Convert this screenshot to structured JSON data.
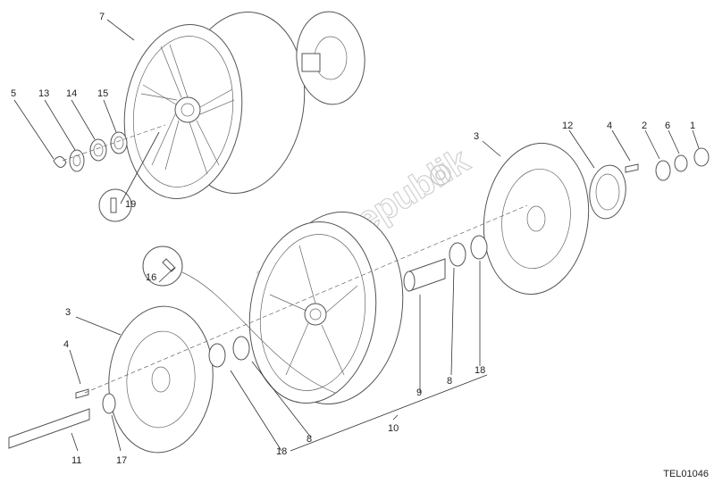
{
  "diagram": {
    "reference_code": "TEL01046",
    "watermark_text": "PartsRepublik",
    "part_labels": {
      "p1": "1",
      "p2": "2",
      "p3a": "3",
      "p3b": "3",
      "p4a": "4",
      "p4b": "4",
      "p5": "5",
      "p6": "6",
      "p7": "7",
      "p8a": "8",
      "p8b": "8",
      "p9": "9",
      "p10": "10",
      "p11": "11",
      "p12": "12",
      "p13": "13",
      "p14": "14",
      "p15": "15",
      "p16": "16",
      "p17": "17",
      "p18a": "18",
      "p18b": "18",
      "p19": "19"
    }
  }
}
